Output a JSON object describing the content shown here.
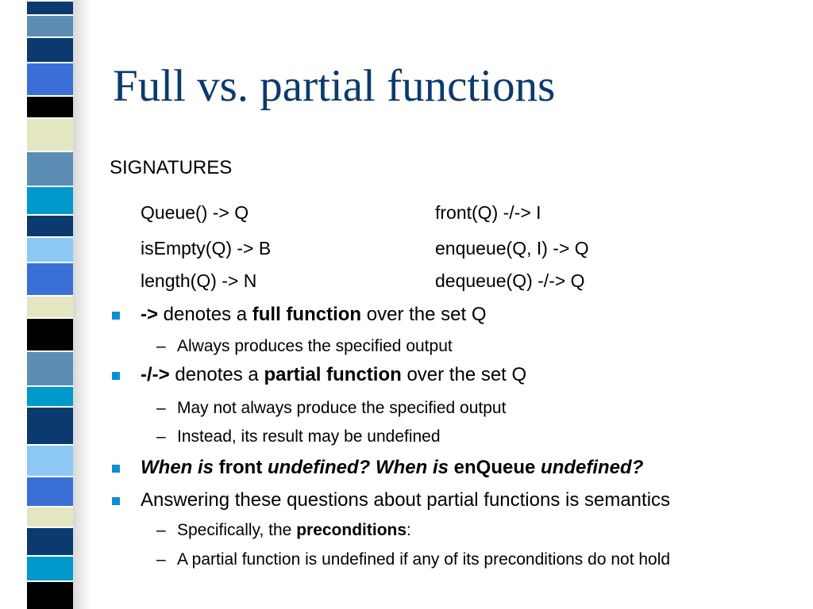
{
  "colors": {
    "title": "#0b3a6e",
    "bullet": "#0a8fd4",
    "stripe": [
      "#0b3a6e",
      "#5b8db5",
      "#3a6fd8",
      "#0099cc",
      "#e3e6c0",
      "#8ec9f5",
      "#000000"
    ]
  },
  "slide": {
    "title": "Full vs. partial functions",
    "section_label": "SIGNATURES",
    "signatures": {
      "left": [
        "Queue() -> Q",
        "isEmpty(Q) -> B",
        "length(Q) -> N"
      ],
      "right": [
        "front(Q) -/-> I",
        "enqueue(Q, I) -> Q",
        "dequeue(Q) -/-> Q"
      ]
    },
    "bullets": [
      {
        "bold": "->",
        "text1": " denotes a ",
        "bold2": "full function",
        "text2": " over the set Q",
        "subs": [
          "Always produces the specified output"
        ]
      },
      {
        "bold": "-/->",
        "text1": " denotes a ",
        "bold2": "partial function",
        "text2": " over the set Q",
        "subs": [
          "May not always produce the specified output",
          "Instead, its result may be undefined"
        ]
      },
      {
        "q1": "When is",
        "w1": " front ",
        "q2": "undefined?  When is",
        "w2": " enQueue ",
        "q3": "undefined?"
      },
      {
        "text": "Answering these questions about partial functions is semantics",
        "subs": [
          {
            "prefix": "Specifically, the ",
            "bold": "preconditions",
            "suffix": ":"
          },
          {
            "text": "A partial function is undefined if any of its preconditions do not hold"
          }
        ]
      }
    ]
  }
}
